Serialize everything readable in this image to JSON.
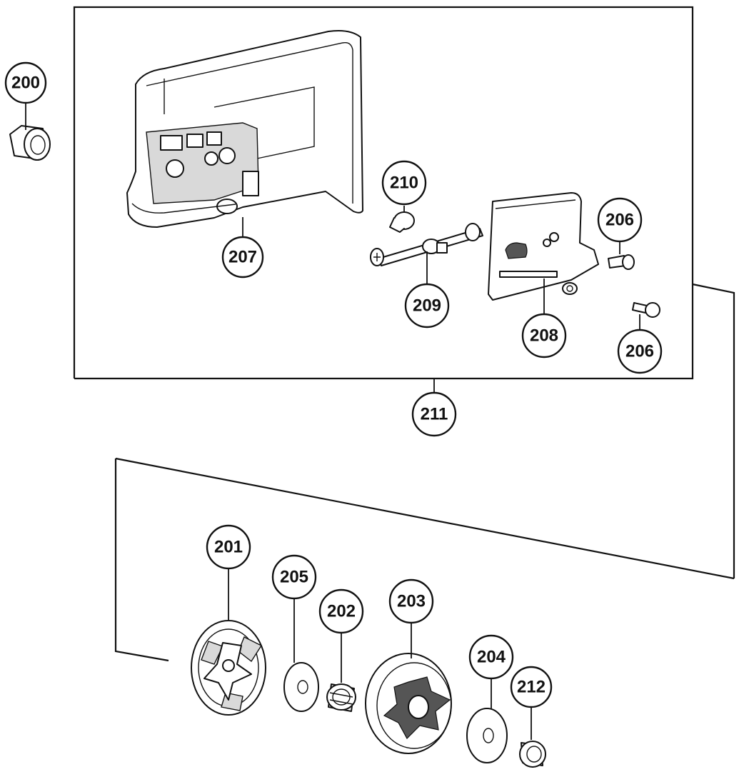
{
  "callouts": {
    "c200": "200",
    "c201": "201",
    "c202": "202",
    "c203": "203",
    "c204": "204",
    "c205": "205",
    "c206a": "206",
    "c206b": "206",
    "c207": "207",
    "c208": "208",
    "c209": "209",
    "c210": "210",
    "c211": "211",
    "c212": "212"
  },
  "parts": {
    "200": "flange-nut",
    "201": "clutch-assembly",
    "202": "needle-bearing",
    "203": "clutch-drum-sprocket",
    "204": "washer",
    "205": "washer",
    "206": "screw",
    "207": "sprocket-cover",
    "208": "chain-guide-plate",
    "209": "chain-tensioner",
    "210": "plug",
    "211": "sprocket-cover-assembly",
    "212": "collar"
  }
}
